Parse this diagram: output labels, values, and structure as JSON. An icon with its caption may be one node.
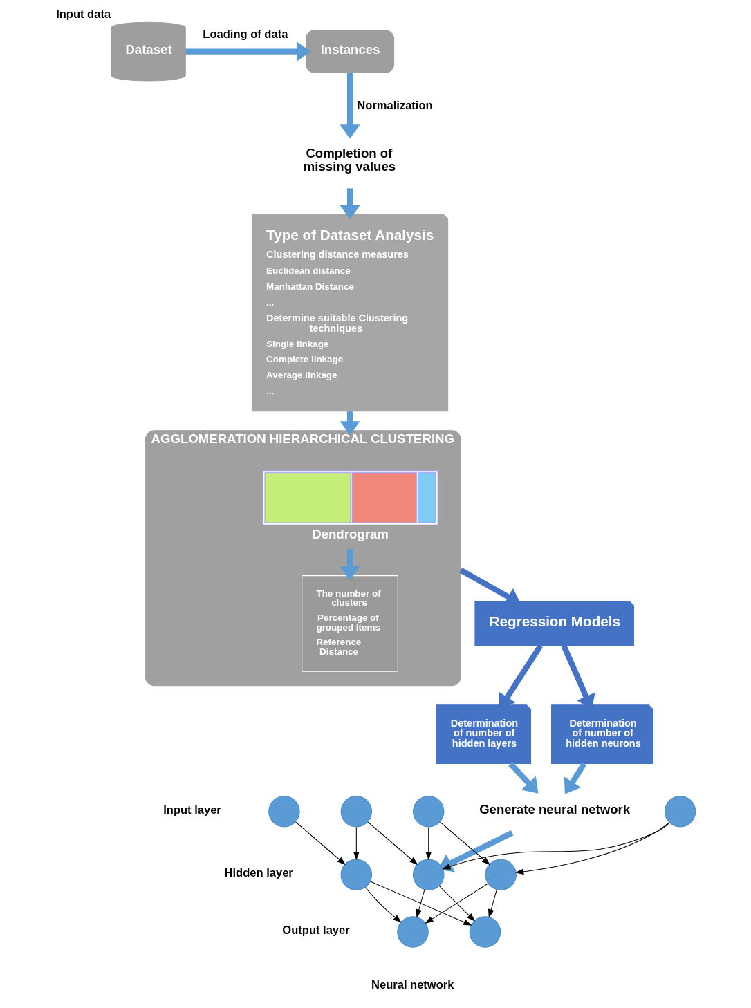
{
  "diagram": {
    "nodes": [
      {
        "text": [
          "Dataset"
        ],
        "beside": [
          "Input data"
        ]
      },
      {
        "text": [
          "Instances"
        ]
      },
      {
        "text": [
          "Completion of missing values"
        ]
      },
      {
        "text": [
          "Type of Dataset Analysis",
          "Clustering distance measures",
          "Euclidean distance",
          "Manhattan Distance",
          "...",
          "Determine suitable Clustering techniques",
          "Single linkage",
          "Complete linkage",
          "Average linkage",
          "..."
        ]
      },
      {
        "text": [
          "AGGLOMERATION HIERARCHICAL CLUSTERING"
        ]
      },
      {
        "text": [],
        "shape": "picture",
        "in": 4,
        "beside": [
          "Dendrogram"
        ]
      },
      {
        "text": [
          "The number of clusters",
          "Percentage of grouped items",
          "Reference Distance"
        ],
        "in": 4
      },
      {
        "text": [
          "Regression Models"
        ]
      },
      {
        "text": [
          "Determination of number of hidden layers"
        ]
      },
      {
        "text": [
          "Determination of number of hidden neurons"
        ]
      },
      {
        "text": [
          "Generate neural network"
        ]
      },
      {
        "text": [],
        "shape": "circle"
      },
      {
        "text": [],
        "shape": "circle"
      },
      {
        "text": [],
        "shape": "circle"
      },
      {
        "text": [],
        "shape": "circle"
      },
      {
        "text": [],
        "shape": "circle"
      },
      {
        "text": [],
        "shape": "circle"
      },
      {
        "text": [],
        "shape": "circle"
      },
      {
        "text": [],
        "shape": "circle"
      },
      {
        "text": [],
        "shape": "circle"
      }
    ],
    "edges": [
      {
        "from": 0,
        "to": 1,
        "arrow": "to",
        "label": "Loading of data",
        "style": "thick",
        "color": "#5b9bd5"
      },
      {
        "from": 1,
        "to": 2,
        "arrow": "to",
        "label": "Normalization",
        "style": "thick",
        "color": "#5b9bd5"
      },
      {
        "from": 2,
        "to": 3,
        "arrow": "to",
        "style": "thick",
        "color": "#5b9bd5"
      },
      {
        "from": 3,
        "to": 4,
        "arrow": "to",
        "style": "thick",
        "color": "#5b9bd5"
      },
      {
        "from": 5,
        "to": 6,
        "arrow": "to",
        "style": "thick",
        "color": "#5b9bd5"
      },
      {
        "from": 4,
        "to": 7,
        "arrow": "to",
        "style": "thick",
        "color": "#4472c4"
      },
      {
        "from": 7,
        "to": 8,
        "arrow": "to",
        "style": "thick",
        "color": "#4472c4"
      },
      {
        "from": 7,
        "to": 9,
        "arrow": "to",
        "style": "thick",
        "color": "#4472c4"
      },
      {
        "from": 8,
        "to": 10,
        "arrow": "to",
        "style": "thick",
        "color": "#5b9bd5"
      },
      {
        "from": 9,
        "to": 10,
        "arrow": "to",
        "style": "thick",
        "color": "#5b9bd5"
      },
      {
        "from": 10,
        "to": 16,
        "arrow": "to",
        "style": "thick",
        "color": "#5b9bd5"
      },
      {
        "from": 11,
        "to": 15,
        "arrow": "to"
      },
      {
        "from": 12,
        "to": 15,
        "arrow": "to"
      },
      {
        "from": 12,
        "to": 16,
        "arrow": "to"
      },
      {
        "from": 13,
        "to": 16,
        "arrow": "to"
      },
      {
        "from": 13,
        "to": 17,
        "arrow": "to"
      },
      {
        "from": 14,
        "to": 16,
        "arrow": "to"
      },
      {
        "from": 14,
        "to": 17,
        "arrow": "to"
      },
      {
        "from": 15,
        "to": 18,
        "arrow": "to"
      },
      {
        "from": 15,
        "to": 19,
        "arrow": "to"
      },
      {
        "from": 16,
        "to": 18,
        "arrow": "to"
      },
      {
        "from": 16,
        "to": 19,
        "arrow": "to"
      },
      {
        "from": 17,
        "to": 18,
        "arrow": "to"
      },
      {
        "from": 17,
        "to": 19,
        "arrow": "to"
      }
    ],
    "labels": [
      "Input layer",
      "Hidden layer",
      "Output layer",
      "Neural network"
    ]
  }
}
